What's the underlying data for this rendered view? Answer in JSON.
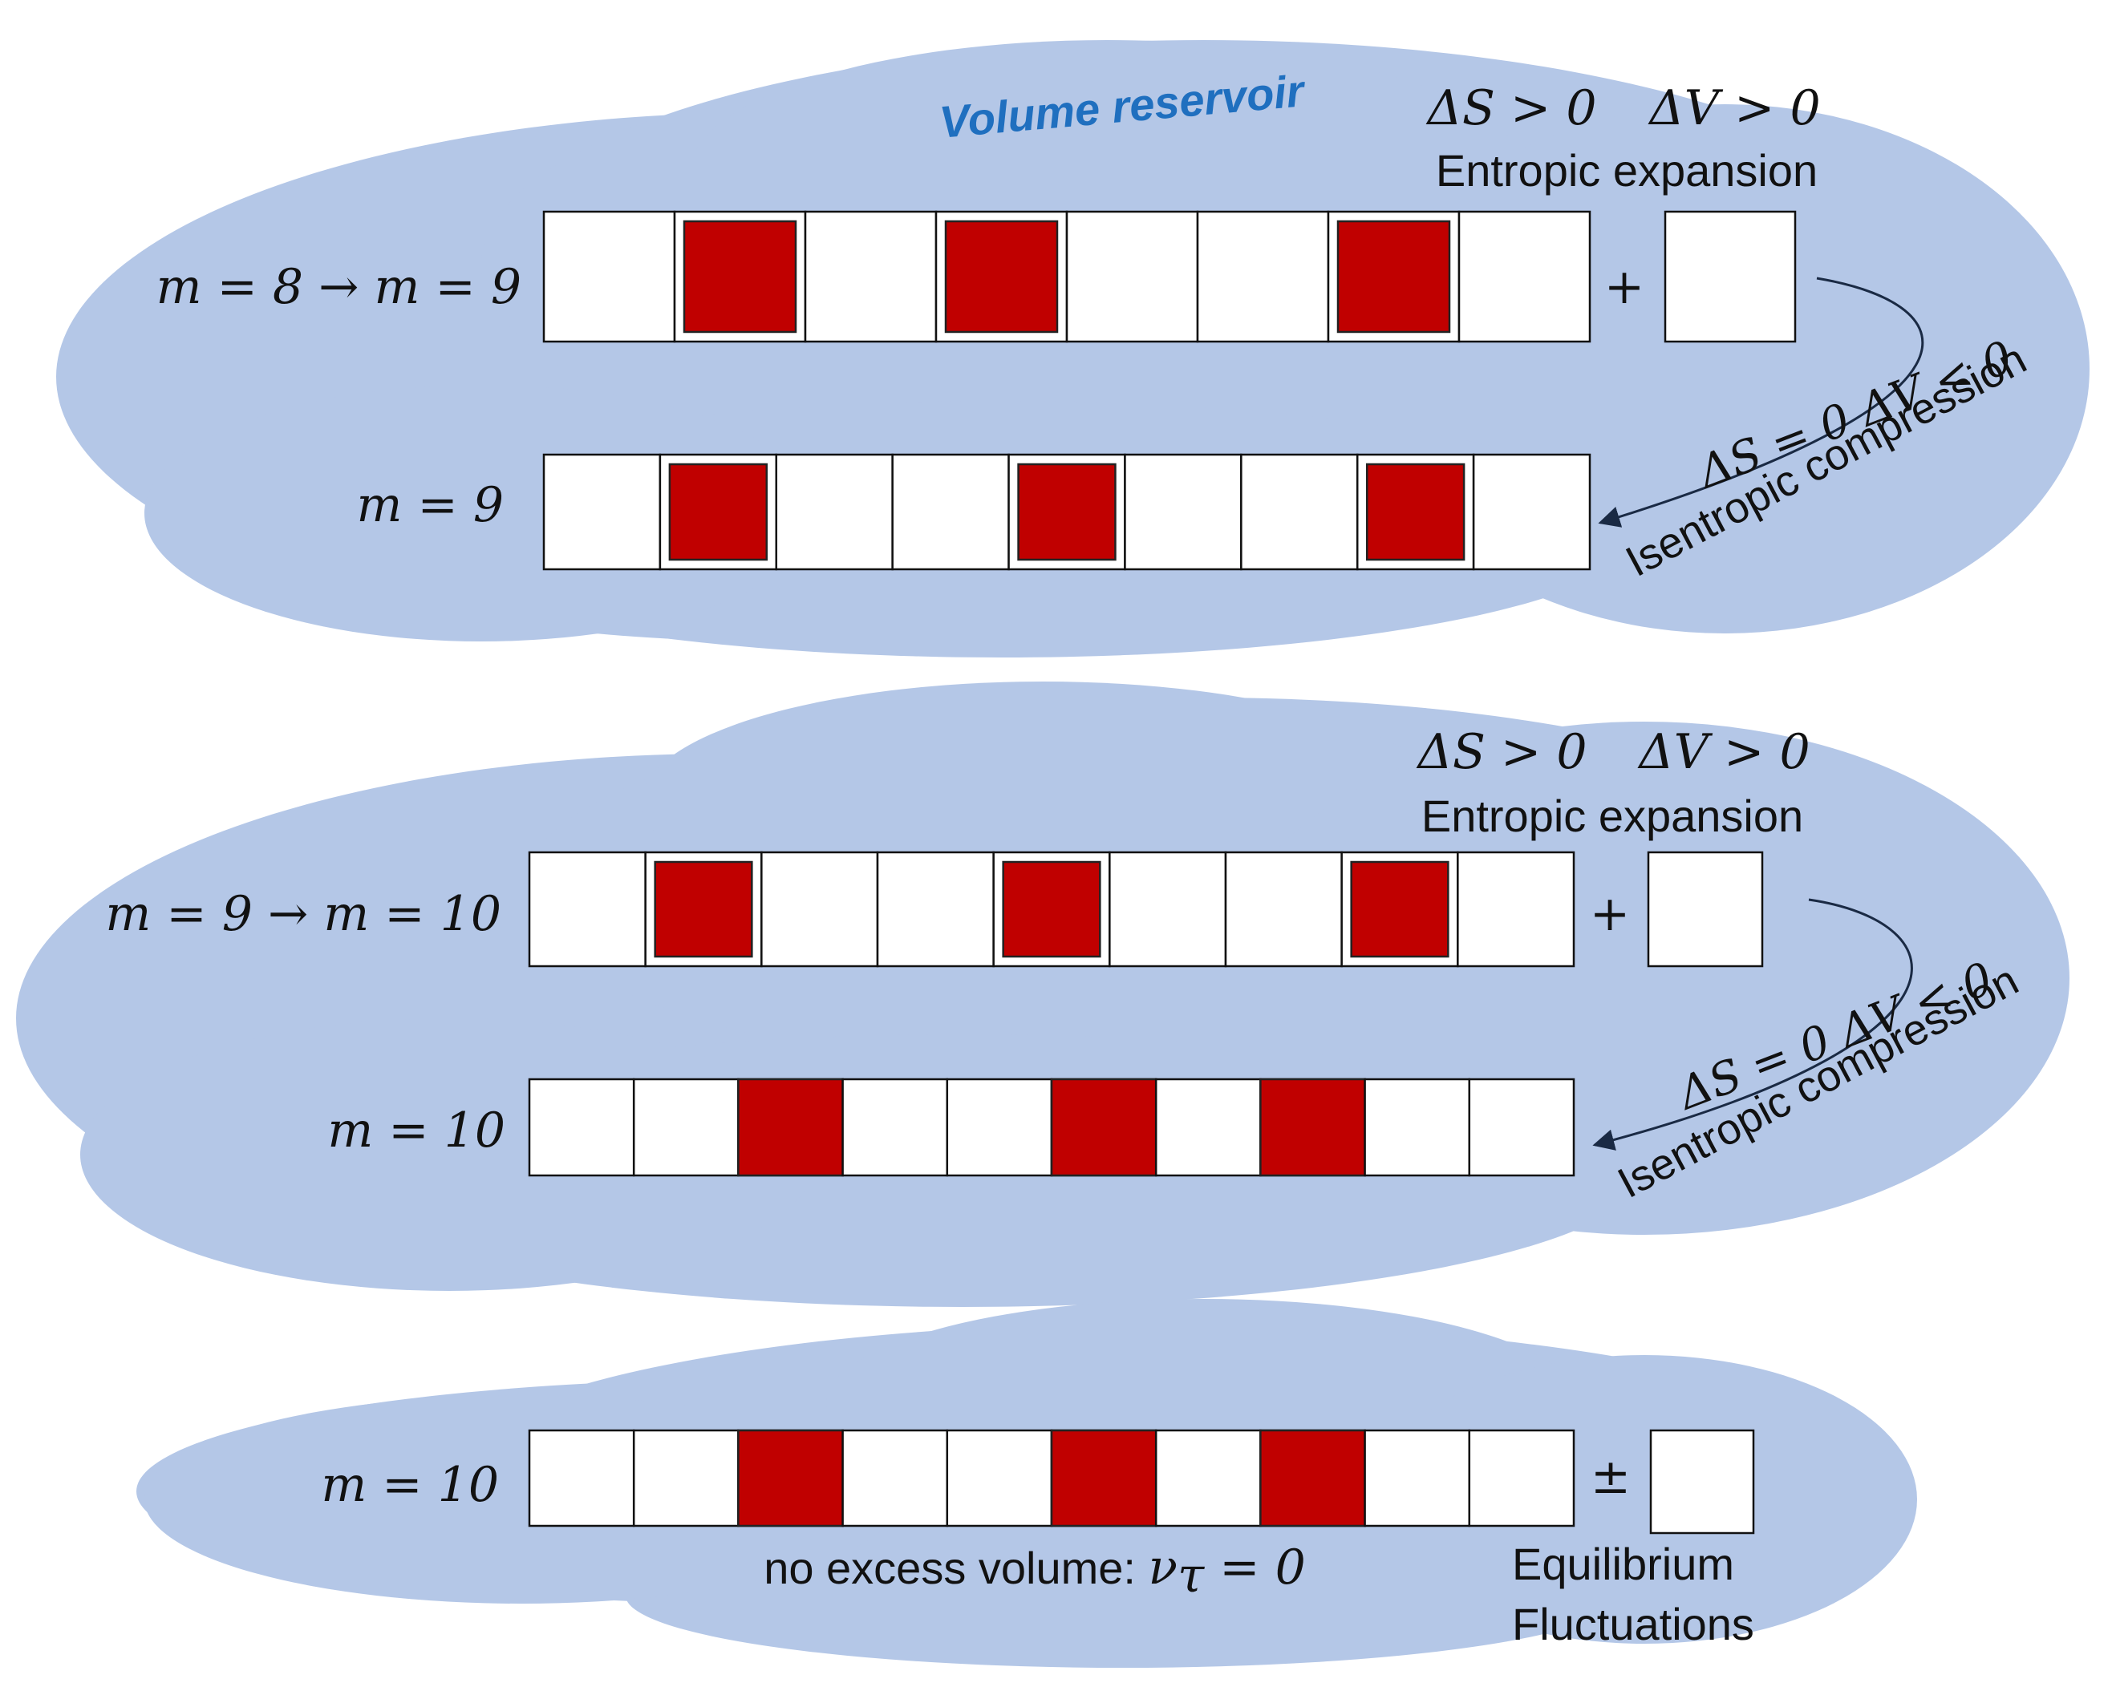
{
  "colors": {
    "cloud": "#b4c7e7",
    "particle": "#c00000",
    "title": "#1f6fbf"
  },
  "panel1": {
    "title": "Volume reservoir",
    "delta_s_pos": "ΔS > 0",
    "delta_v_pos": "ΔV > 0",
    "expansion_label": "Entropic expansion",
    "row1_label": "m = 8 → m = 9",
    "row1_occupied": [
      false,
      true,
      false,
      true,
      false,
      false,
      true,
      false
    ],
    "row1_style": "framed",
    "plus": "+",
    "row2_label": "m = 9",
    "row2_occupied": [
      false,
      true,
      false,
      false,
      true,
      false,
      false,
      true,
      false
    ],
    "row2_style": "framed",
    "compression_math": "ΔS = 0  ΔV < 0",
    "compression_label": "Isentropic compression"
  },
  "panel2": {
    "delta_s_pos": "ΔS > 0",
    "delta_v_pos": "ΔV > 0",
    "expansion_label": "Entropic expansion",
    "row1_label": "m = 9 → m = 10",
    "row1_occupied": [
      false,
      true,
      false,
      false,
      true,
      false,
      false,
      true,
      false
    ],
    "row1_style": "framed",
    "plus": "+",
    "row2_label": "m = 10",
    "row2_occupied": [
      false,
      false,
      true,
      false,
      false,
      true,
      false,
      true,
      false,
      false
    ],
    "row2_style": "solid",
    "compression_math": "ΔS = 0  ΔV < 0",
    "compression_label": "Isentropic compression"
  },
  "panel3": {
    "row_label": "m = 10",
    "row_occupied": [
      false,
      false,
      true,
      false,
      false,
      true,
      false,
      true,
      false,
      false
    ],
    "row_style": "solid",
    "plus_minus": "±",
    "excess_prefix": "no excess volume: ",
    "excess_math": "ν",
    "excess_sub": "τ",
    "excess_suffix": " = 0",
    "equilibrium_line1": "Equilibrium",
    "equilibrium_line2": "Fluctuations"
  }
}
